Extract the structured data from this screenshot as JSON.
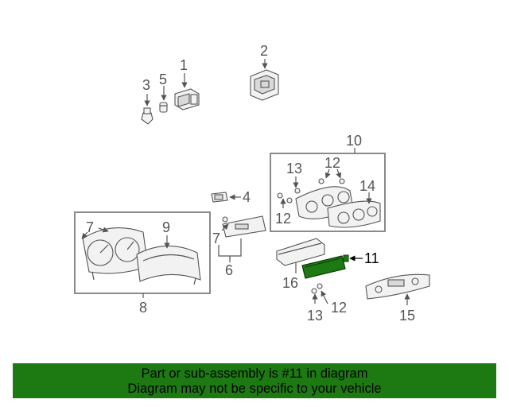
{
  "callouts": {
    "c1": "1",
    "c2": "2",
    "c3": "3",
    "c4": "4",
    "c5": "5",
    "c6": "6",
    "c7a": "7",
    "c7b": "7",
    "c8": "8",
    "c9": "9",
    "c10": "10",
    "c11": "11",
    "c12a": "12",
    "c12b": "12",
    "c12c": "12",
    "c13a": "13",
    "c13b": "13",
    "c14": "14",
    "c15": "15",
    "c16": "16"
  },
  "banner": {
    "line1": "Part or sub-assembly is #11 in diagram",
    "line2": "Diagram may not be specific to your vehicle"
  },
  "colors": {
    "banner_bg": "#1d7a12",
    "highlight_part": "#1d7a12",
    "line": "#555555"
  }
}
